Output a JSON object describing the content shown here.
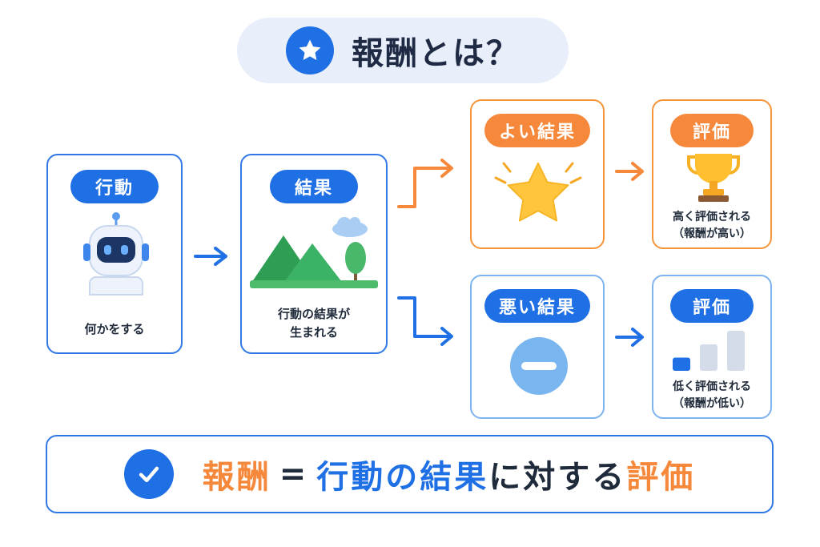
{
  "title": "報酬とは？",
  "cards": {
    "action": {
      "label": "行動",
      "caption": "何かをする"
    },
    "result": {
      "label": "結果",
      "caption_line1": "行動の結果が",
      "caption_line2": "生まれる"
    },
    "good_result": {
      "label": "よい結果"
    },
    "bad_result": {
      "label": "悪い結果"
    },
    "good_eval": {
      "label": "評価",
      "caption_line1": "高く評価される",
      "caption_line2": "（報酬が高い）"
    },
    "bad_eval": {
      "label": "評価",
      "caption_line1": "低く評価される",
      "caption_line2": "（報酬が低い）"
    }
  },
  "formula": {
    "reward": "報酬",
    "equals": "=",
    "action_result": "行動の結果",
    "connector": "に対する",
    "evaluation": "評価"
  },
  "bad_eval_levels": [
    0.33,
    0.66,
    1.0
  ],
  "colors": {
    "blue": "#1f6fe5",
    "orange": "#f5883a",
    "light_blue": "#7fb3ef"
  },
  "icons": [
    "star-icon",
    "robot-icon",
    "landscape-icon",
    "sparkle-star-icon",
    "minus-circle-icon",
    "trophy-icon",
    "bar-levels-icon",
    "check-icon",
    "arrow-right-icon"
  ]
}
